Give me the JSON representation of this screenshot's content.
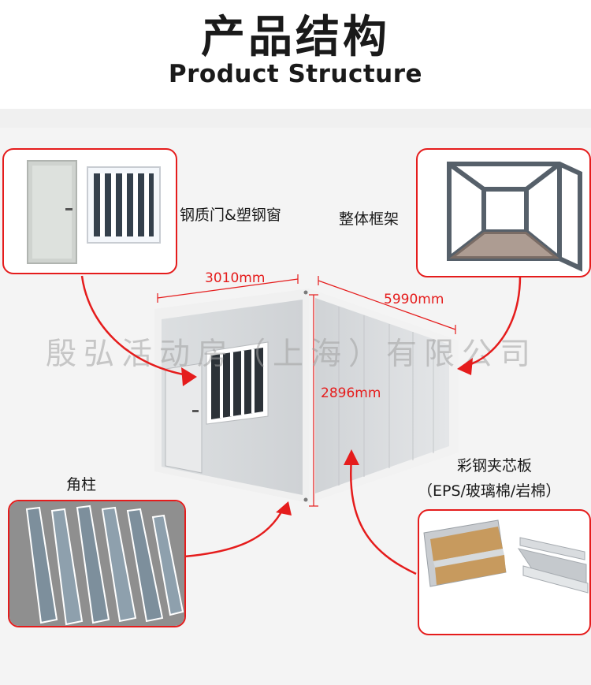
{
  "header": {
    "title_cn": "产品结构",
    "title_en": "Product Structure"
  },
  "labels": {
    "door_window": "钢质门&塑钢窗",
    "frame": "整体框架",
    "corner_post": "角柱",
    "panel_title": "彩钢夹芯板",
    "panel_types": "（EPS/玻璃棉/岩棉）"
  },
  "dimensions": {
    "width": "3010mm",
    "length": "5990mm",
    "height": "2896mm"
  },
  "watermark": "殷弘活动房（上海）有限公司",
  "colors": {
    "accent": "#e51c1c",
    "text": "#1a1a1a",
    "wall": "#d6d8da",
    "trim": "#f2f2f2",
    "steel": "#5a636b"
  }
}
